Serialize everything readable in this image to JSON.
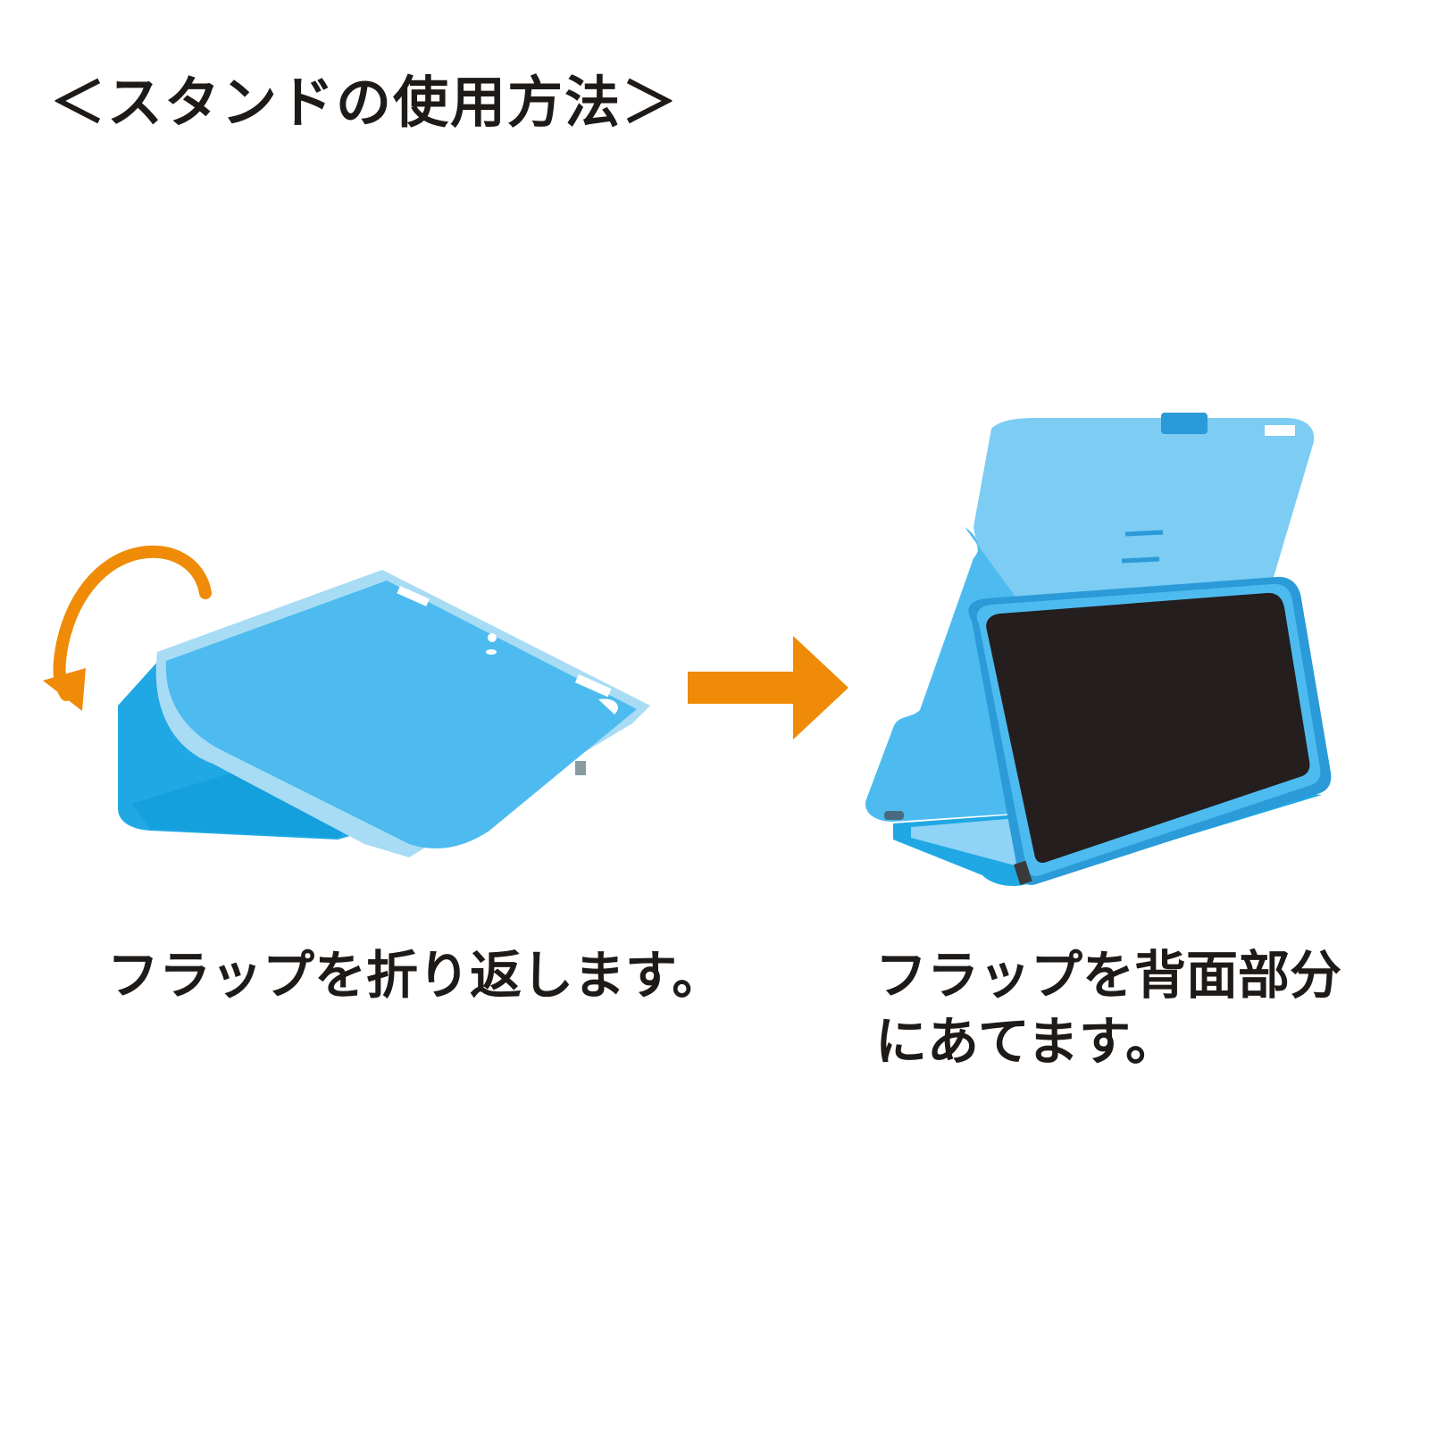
{
  "title": "＜スタンドの使用方法＞",
  "steps": [
    {
      "caption": "フラップを折り返します。",
      "rotate_icon": "curved-rotate-arrow-icon"
    },
    {
      "caption": "フラップを背面部分にあてます。"
    }
  ],
  "next_icon": "right-arrow-icon",
  "colors": {
    "case_blue": "#4dbbef",
    "case_edge": "#2a9ad8",
    "case_light": "#8fd3f6",
    "arrow_orange": "#ef8b06",
    "screen": "#241e1e"
  }
}
